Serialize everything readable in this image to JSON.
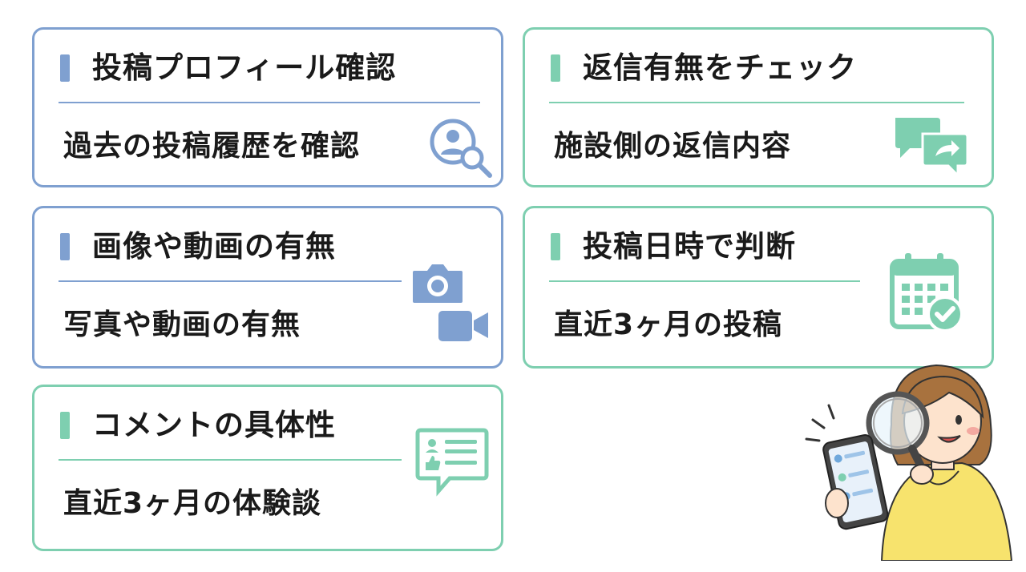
{
  "cards": [
    {
      "title": "投稿プロフィール確認",
      "subtitle": "過去の投稿履歴を確認",
      "icon": "profile-search-icon"
    },
    {
      "title": "返信有無をチェック",
      "subtitle": "施設側の返信内容",
      "icon": "reply-chat-icon"
    },
    {
      "title": "画像や動画の有無",
      "subtitle": "写真や動画の有無",
      "icon": "camera-video-icon"
    },
    {
      "title": "投稿日時で判断",
      "subtitle": "直近3ヶ月の投稿",
      "icon": "calendar-check-icon"
    },
    {
      "title": "コメントの具体性",
      "subtitle": "直近3ヶ月の体験談",
      "icon": "comment-detail-icon"
    }
  ],
  "colors": {
    "blue": "#7fa0d0",
    "green": "#7ecfb0",
    "text": "#1a1a1a"
  }
}
